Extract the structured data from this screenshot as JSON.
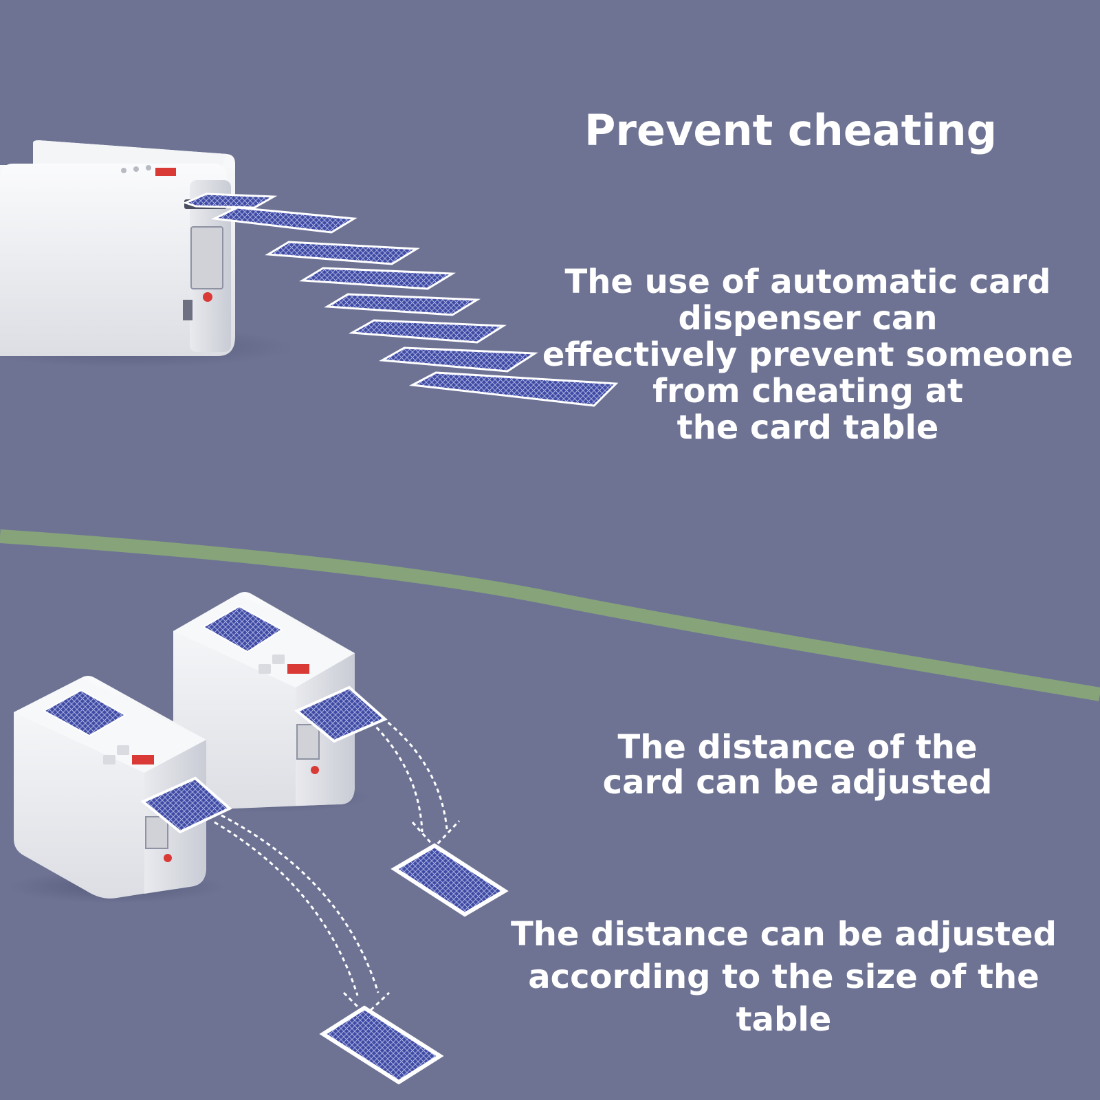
{
  "colors": {
    "background": "#6e7394",
    "divider": "#86a37a",
    "device": "#eeeff2",
    "card_back": "#3e4aa3",
    "text": "#ffffff"
  },
  "headline": "Prevent cheating",
  "section_top": {
    "description": "The use of automatic card\ndispenser can\neffectively prevent someone\nfrom cheating at\nthe card table"
  },
  "section_bottom": {
    "heading": "The distance of the\ncard can be adjusted",
    "description": "The distance can be adjusted\naccording to the size of the table"
  }
}
